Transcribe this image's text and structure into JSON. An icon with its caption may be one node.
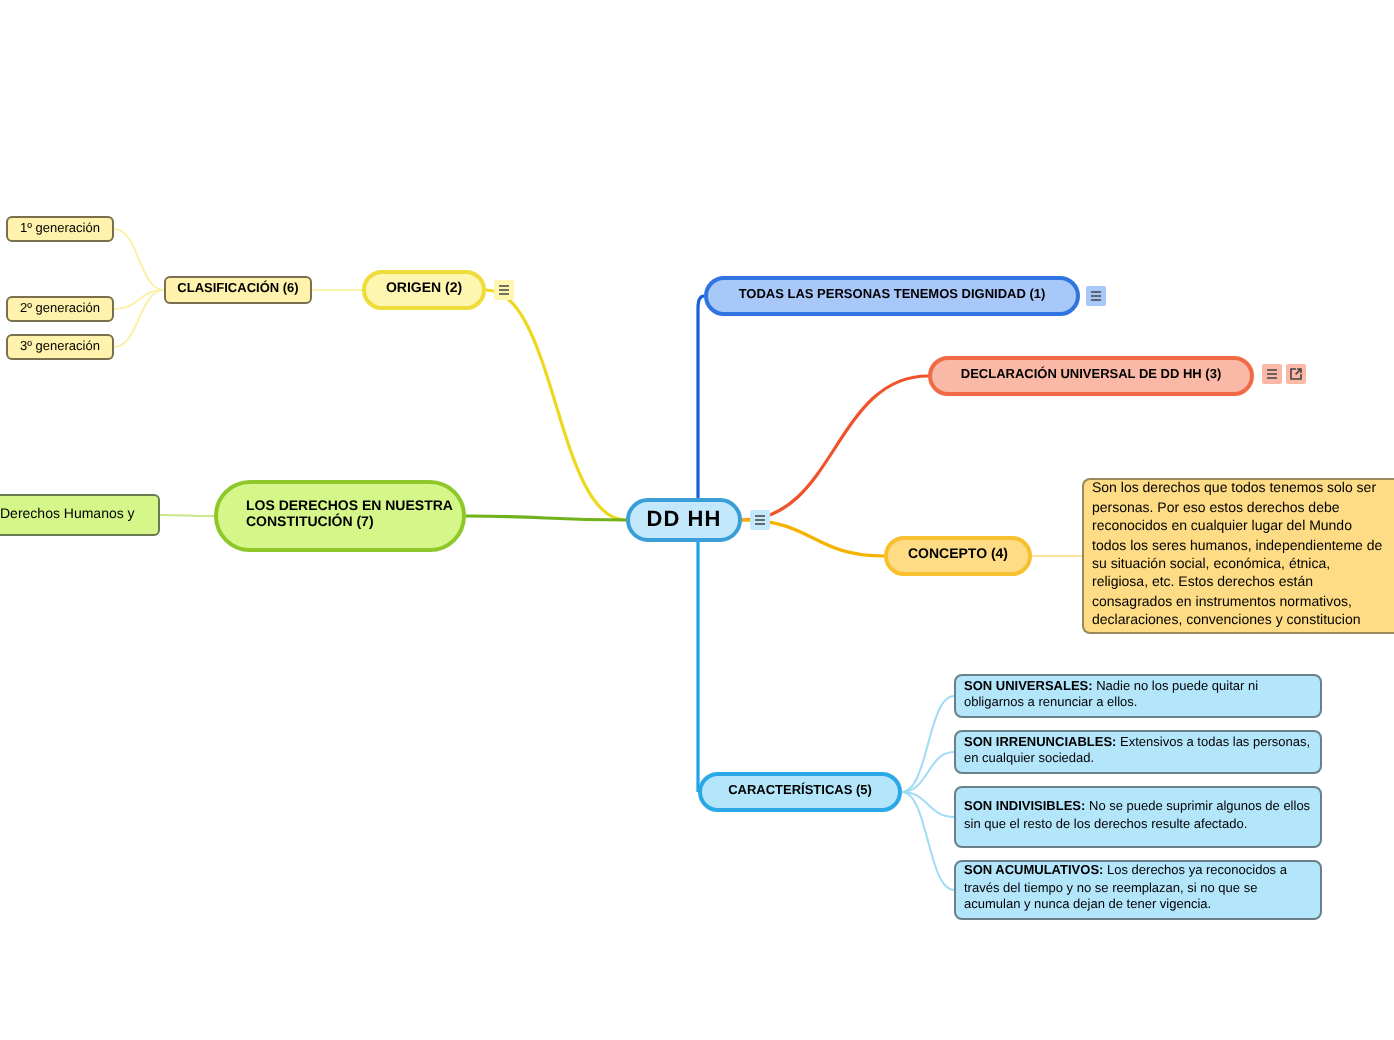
{
  "diagram": {
    "nodes": [
      {
        "text": [
          "DD HH"
        ]
      },
      {
        "text": [
          "TODAS LAS PERSONAS TENEMOS DIGNIDAD (1)"
        ]
      },
      {
        "text": [
          "DECLARACIÓN UNIVERSAL DE DD HH (3)"
        ]
      },
      {
        "text": [
          "CONCEPTO (4)"
        ]
      },
      {
        "text": [
          "Son los derechos que todos tenemos solo ser personas. Por eso estos derechos debe reconocidos en cualquier lugar del Mundo todos los seres humanos, independienteme de su situación social, económica, étnica, religiosa, etc.  Estos derechos están consagrados en instrumentos normativos, declaraciones, convenciones y constitucion"
        ]
      },
      {
        "text": [
          "CARACTERÍSTICAS  (5)"
        ]
      },
      {
        "text": [
          "**SON UNIVERSALES:** Nadie no los puede quitar ni obligarnos a renunciar a ellos."
        ]
      },
      {
        "text": [
          "**SON IRRENUNCIABLES:** Extensivos a todas las personas, en cualquier sociedad."
        ]
      },
      {
        "text": [
          "**SON INDIVISIBLES:** No se puede suprimir algunos de ellos sin que el resto de los derechos  resulte afectado."
        ]
      },
      {
        "text": [
          "**SON ACUMULATIVOS:** Los derechos ya reconocidos a través del tiempo y no se reemplazan, si no que se acumulan y nunca dejan de tener vigencia."
        ]
      },
      {
        "text": [
          "ORIGEN (2)"
        ]
      },
      {
        "text": [
          "CLASIFICACIÓN (6)"
        ]
      },
      {
        "text": [
          "1º generación"
        ]
      },
      {
        "text": [
          "2º generación"
        ]
      },
      {
        "text": [
          "3º generación"
        ]
      },
      {
        "text": [
          "LOS DERECHOS EN NUESTRA CONSTITUCIÓN (7)"
        ]
      },
      {
        "text": [
          "Derechos Humanos y"
        ]
      }
    ],
    "edges": [
      {
        "from": 0,
        "to": 1,
        "arrow": "none",
        "color": "#1a5fd6"
      },
      {
        "from": 0,
        "to": 2,
        "arrow": "none",
        "color": "#f0522a"
      },
      {
        "from": 0,
        "to": 3,
        "arrow": "none",
        "color": "#f5b300"
      },
      {
        "from": 3,
        "to": 4,
        "arrow": "none",
        "color": "#fde39a"
      },
      {
        "from": 0,
        "to": 5,
        "arrow": "none",
        "color": "#1aa3e8"
      },
      {
        "from": 5,
        "to": 6,
        "arrow": "none",
        "color": "#9fdcf5"
      },
      {
        "from": 5,
        "to": 7,
        "arrow": "none",
        "color": "#9fdcf5"
      },
      {
        "from": 5,
        "to": 8,
        "arrow": "none",
        "color": "#9fdcf5"
      },
      {
        "from": 5,
        "to": 9,
        "arrow": "none",
        "color": "#9fdcf5"
      },
      {
        "from": 0,
        "to": 10,
        "arrow": "none",
        "color": "#ecd81c"
      },
      {
        "from": 10,
        "to": 11,
        "arrow": "none",
        "color": "#fbf1a8"
      },
      {
        "from": 11,
        "to": 12,
        "arrow": "none",
        "color": "#fbf1a8"
      },
      {
        "from": 11,
        "to": 13,
        "arrow": "none",
        "color": "#fbf1a8"
      },
      {
        "from": 11,
        "to": 14,
        "arrow": "none",
        "color": "#fbf1a8"
      },
      {
        "from": 0,
        "to": 15,
        "arrow": "none",
        "color": "#6fb21c"
      },
      {
        "from": 15,
        "to": 16,
        "arrow": "none",
        "color": "#c8e88a"
      }
    ]
  }
}
